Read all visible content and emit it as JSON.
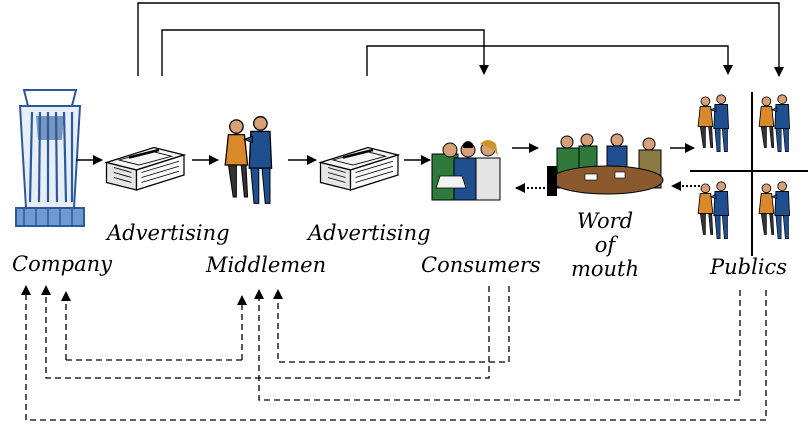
{
  "labels": {
    "company": "Company",
    "advertising_1": "Advertising",
    "middlemen": "Middlemen",
    "advertising_2": "Advertising",
    "consumers": "Consumers",
    "word_of_mouth": [
      "Word",
      "of",
      "mouth"
    ],
    "publics": "Publics"
  },
  "colors": {
    "line": "#000000",
    "suit_blue": "#1f4f8f",
    "jacket_orange": "#d9892a",
    "skin": "#d7a078",
    "table_brown": "#8a5a2e",
    "building_blue": "#2b5a9a",
    "green": "#2f7a3a"
  },
  "icons": {
    "company": "office-building-icon",
    "advertising": "newspaper-icon",
    "middlemen": "two-business-people-icon",
    "consumers": "group-of-consumers-icon",
    "word_of_mouth": "meeting-table-icon",
    "publics": "publics-grid-icon"
  }
}
